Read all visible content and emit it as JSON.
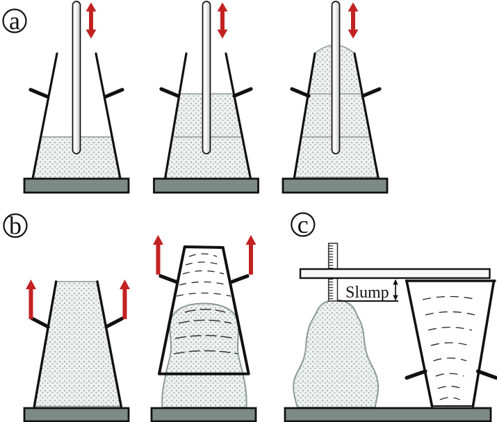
{
  "figure": {
    "panel_labels": {
      "a": "a",
      "b": "b",
      "c": "c"
    },
    "annotations": {
      "slump": "Slump"
    },
    "colors": {
      "arrow_red": "#c32222",
      "base_plate_gray": "#7d8b87",
      "concrete_fill": "#eef1ef",
      "concrete_dots": "#a9b6b2",
      "concrete_outline": "#8a9a96",
      "outline_black": "#111111"
    }
  }
}
